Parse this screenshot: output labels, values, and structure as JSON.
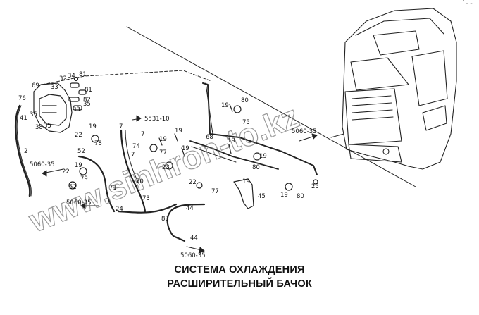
{
  "diagram": {
    "caption_line1": "СИСТЕМА ОХЛАЖДЕНИЯ",
    "caption_line2": "РАСШИРИТЕЛЬНЫЙ БАЧОК",
    "corner_mark": "´--",
    "watermark": "www.sinhron-to.kz",
    "callouts": [
      "76",
      "69",
      "32",
      "34",
      "81",
      "33",
      "81",
      "82",
      "33",
      "35",
      "41",
      "35",
      "38",
      "35",
      "2",
      "22",
      "78",
      "19",
      "52",
      "5060-35",
      "19",
      "22",
      "79",
      "52",
      "71",
      "5060-35",
      "24",
      "7",
      "5531-10",
      "7",
      "74",
      "7",
      "19",
      "77",
      "70",
      "23",
      "19",
      "73",
      "22",
      "77",
      "19",
      "68",
      "19",
      "75",
      "19",
      "80",
      "5060-35",
      "19",
      "80",
      "83",
      "44",
      "44",
      "5060-35",
      "19",
      "45",
      "19",
      "80",
      "25"
    ]
  }
}
